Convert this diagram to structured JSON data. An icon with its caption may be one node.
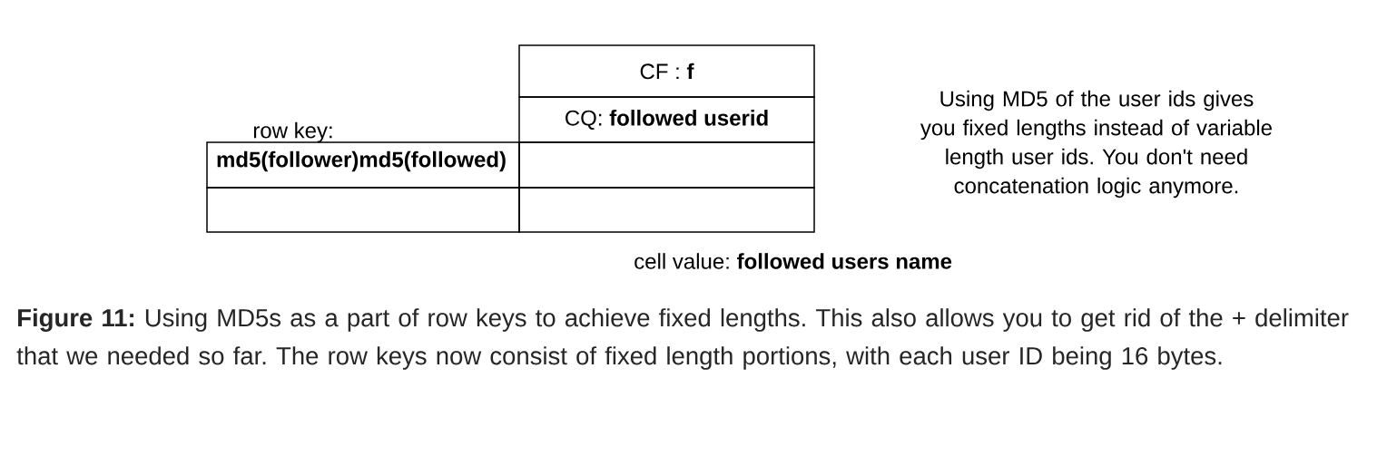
{
  "diagram": {
    "caption": "**Figure 11:** Using MD5s as a part of row keys to achieve fixed lengths. This also allows you to get rid of the + delimiter that we needed so far. The row keys now consist of fixed length portions, with each user ID being 16 bytes.",
    "nodes": [
      {
        "text": [
          "CF : **f**"
        ]
      },
      {
        "text": [
          "CQ: **followed userid**"
        ]
      },
      {
        "text": [
          "row key:",
          "md5(follower)md5(followed)"
        ]
      },
      {
        "text": [],
        "shape": "box"
      },
      {
        "text": [],
        "shape": "box"
      },
      {
        "text": [],
        "shape": "box"
      }
    ],
    "labels": [
      "cell value: **followed users name**",
      "Using MD5 of the user ids gives you fixed lengths instead of variable length user ids. You don't need concatenation logic anymore."
    ]
  }
}
